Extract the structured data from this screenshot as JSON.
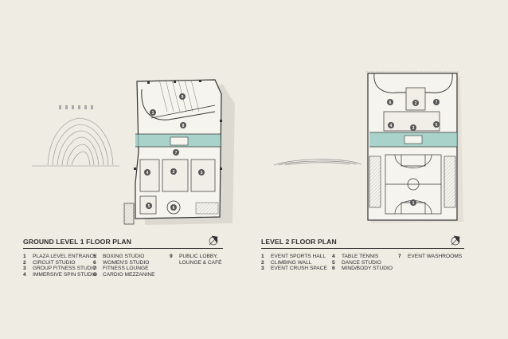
{
  "plans": [
    {
      "title": "GROUND LEVEL 1 FLOOR PLAN",
      "columns": [
        [
          {
            "n": "1",
            "label": "PLAZA LEVEL ENTRANCE"
          },
          {
            "n": "2",
            "label": "CIRCUIT STUDIO"
          },
          {
            "n": "3",
            "label": "GROUP FITNESS STUDIO"
          },
          {
            "n": "4",
            "label": "IMMERSIVE SPIN STUDIO"
          }
        ],
        [
          {
            "n": "5",
            "label": "BOXING STUDIO"
          },
          {
            "n": "6",
            "label": "WOMEN'S STUDIO"
          },
          {
            "n": "7",
            "label": "FITNESS LOUNGE"
          },
          {
            "n": "8",
            "label": "CARDIO MEZZANINE"
          }
        ],
        [
          {
            "n": "9",
            "label": "PUBLIC LOBBY,\nLOUNGE & CAFÉ"
          }
        ]
      ]
    },
    {
      "title": "LEVEL 2 FLOOR PLAN",
      "columns": [
        [
          {
            "n": "1",
            "label": "EVENT SPORTS HALL"
          },
          {
            "n": "2",
            "label": "CLIMBING WALL"
          },
          {
            "n": "3",
            "label": "EVENT CRUSH SPACE"
          }
        ],
        [
          {
            "n": "4",
            "label": "TABLE TENNIS"
          },
          {
            "n": "5",
            "label": "DANCE STUDIO"
          },
          {
            "n": "6",
            "label": "MIND/BODY STUDIO"
          }
        ],
        [
          {
            "n": "7",
            "label": "EVENT WASHROOMS"
          }
        ]
      ]
    }
  ],
  "ground_markers": [
    "1",
    "2",
    "3",
    "4",
    "5",
    "6",
    "7",
    "8",
    "9"
  ],
  "level2_markers": [
    "1",
    "2",
    "3",
    "4",
    "5",
    "6",
    "7"
  ],
  "colors": {
    "background": "#efece4",
    "accent": "#8fc7bf",
    "ink": "#2c2c2c"
  }
}
